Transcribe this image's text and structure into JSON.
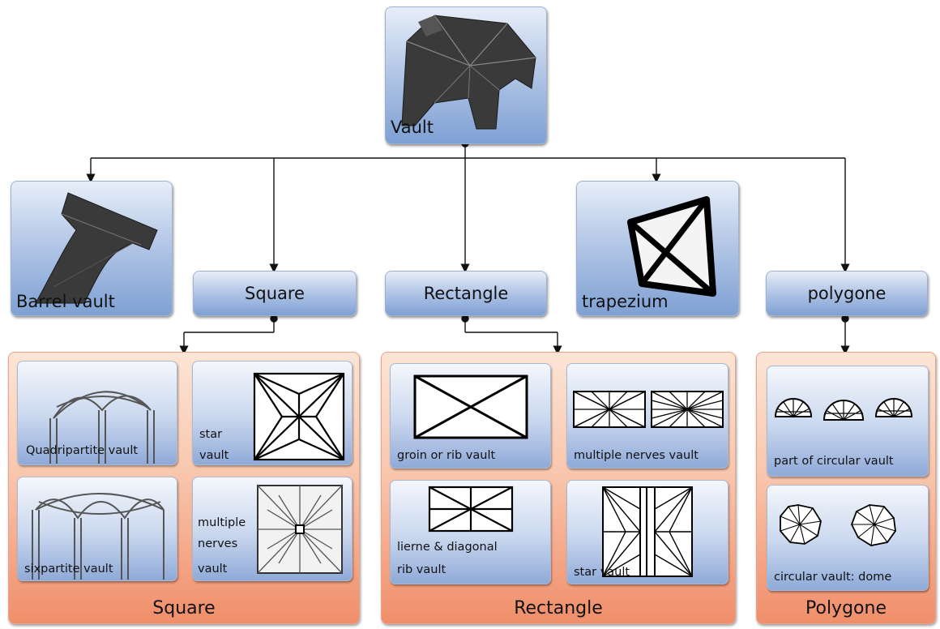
{
  "root": {
    "label": "Vault"
  },
  "level1": {
    "barrel": "Barrel vault",
    "square": "Square",
    "rectangle": "Rectangle",
    "trapezium": "trapezium",
    "polygone": "polygone"
  },
  "groups": {
    "square": {
      "title": "Square",
      "quadripartite": "Quadripartite vault",
      "sixpartite": "sixpartite vault",
      "star_line1": "star",
      "star_line2": "vault",
      "multi_line1": "multiple",
      "multi_line2": "nerves",
      "multi_line3": "vault"
    },
    "rectangle": {
      "title": "Rectangle",
      "groin": "groin or rib vault",
      "multiple": "multiple nerves vault",
      "lierne_line1": "lierne & diagonal",
      "lierne_line2": "rib vault",
      "star": "star vault"
    },
    "polygone": {
      "title": "Polygone",
      "part": "part of circular vault",
      "dome": "circular vault: dome"
    }
  },
  "colors": {
    "node_blue": "#7ea0d3",
    "group_orange": "#f08e6a",
    "connector": "#111111"
  }
}
